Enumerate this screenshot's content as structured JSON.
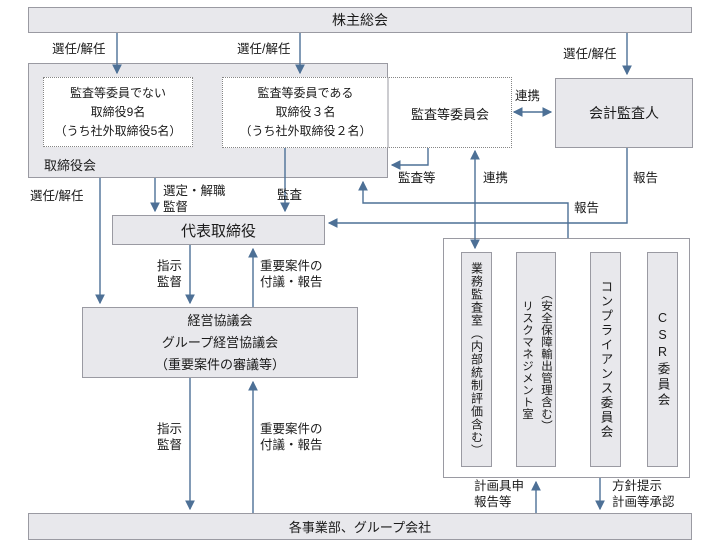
{
  "diagram": {
    "shareholders_meeting": "株主総会",
    "board": {
      "label": "取締役会",
      "non_audit_directors": [
        "監査等委員でない",
        "取締役9名",
        "（うち社外取締役5名）"
      ],
      "audit_directors": [
        "監査等委員である",
        "取締役３名",
        "（うち社外取締役２名）"
      ]
    },
    "audit_committee": "監査等委員会",
    "accounting_auditor": "会計監査人",
    "representative_director": "代表取締役",
    "management_council": [
      "経営協議会",
      "グループ経営協議会",
      "（重要案件の審議等）"
    ],
    "committee_boxes": [
      {
        "lines": [
          "業務監査室（内部統制評価含む）"
        ]
      },
      {
        "lines": [
          "（安全保障輸出管理含む）",
          "リスクマネジメント室"
        ]
      },
      {
        "lines": [
          "コンプライアンス委員会"
        ]
      },
      {
        "lines": [
          "CSR委員会"
        ]
      }
    ],
    "bottom_bar": "各事業部、グループ会社",
    "labels": {
      "appoint_dismiss": "選任/解任",
      "cooperation": "連携",
      "audit_etc": "監査等",
      "audit": "監査",
      "report": "報告",
      "select_dismiss_supervise": [
        "選定・解職",
        "監督"
      ],
      "instruct_supervise": [
        "指示",
        "監督"
      ],
      "important_matters": [
        "重要案件の",
        "付議・報告"
      ],
      "plan_report": [
        "計画具申",
        "報告等"
      ],
      "policy_approval": [
        "方針提示",
        "計画等承認"
      ]
    },
    "colors": {
      "box_fill": "#e8e8ec",
      "box_border": "#9a9aa2",
      "arrow": "#4d7096",
      "text": "#1a1a1a"
    }
  }
}
